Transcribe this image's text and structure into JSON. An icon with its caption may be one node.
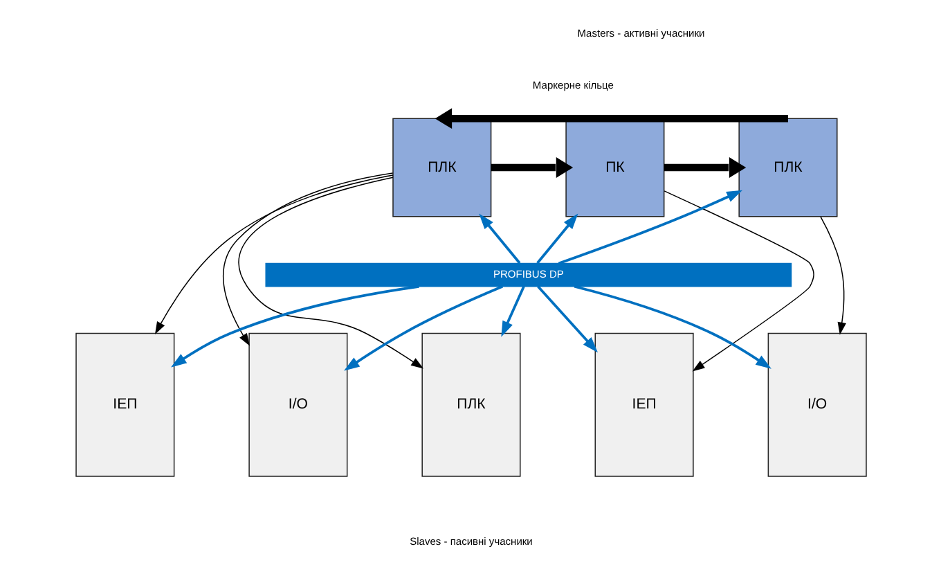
{
  "diagram": {
    "nodes": [
      {
        "text": [
          "ПЛК"
        ]
      },
      {
        "text": [
          "ПК"
        ]
      },
      {
        "text": [
          "ПЛК"
        ]
      },
      {
        "text": [
          "PROFIBUS DP"
        ]
      },
      {
        "text": [
          "ІЕП"
        ]
      },
      {
        "text": [
          "I/O"
        ]
      },
      {
        "text": [
          "ПЛК"
        ]
      },
      {
        "text": [
          "ІЕП"
        ]
      },
      {
        "text": [
          "I/O"
        ]
      }
    ],
    "edges": [
      {
        "from": 2,
        "to": 0,
        "arrow": "to",
        "label": "Маркерне кільце",
        "style": "thick"
      },
      {
        "from": 0,
        "to": 1,
        "arrow": "to",
        "style": "thick"
      },
      {
        "from": 1,
        "to": 2,
        "arrow": "to",
        "style": "thick"
      },
      {
        "from": 3,
        "to": 0,
        "arrow": "to",
        "color": "#0070c0"
      },
      {
        "from": 3,
        "to": 1,
        "arrow": "to",
        "color": "#0070c0"
      },
      {
        "from": 3,
        "to": 2,
        "arrow": "to",
        "color": "#0070c0"
      },
      {
        "from": 3,
        "to": 4,
        "arrow": "to",
        "color": "#0070c0"
      },
      {
        "from": 3,
        "to": 5,
        "arrow": "to",
        "color": "#0070c0"
      },
      {
        "from": 3,
        "to": 6,
        "arrow": "to",
        "color": "#0070c0"
      },
      {
        "from": 3,
        "to": 7,
        "arrow": "to",
        "color": "#0070c0"
      },
      {
        "from": 3,
        "to": 8,
        "arrow": "to",
        "color": "#0070c0"
      },
      {
        "from": 0,
        "to": 4,
        "arrow": "to"
      },
      {
        "from": 0,
        "to": 5,
        "arrow": "to"
      },
      {
        "from": 0,
        "to": 6,
        "arrow": "to"
      },
      {
        "from": 1,
        "to": 7,
        "arrow": "to"
      },
      {
        "from": 2,
        "to": 8,
        "arrow": "to"
      }
    ],
    "labels": [
      "Masters - активні учасники",
      "Slaves - пасивні учасники"
    ]
  }
}
